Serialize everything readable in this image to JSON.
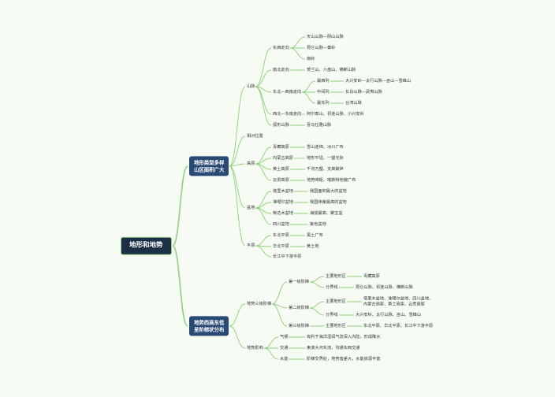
{
  "root": "地形和地势",
  "branch1": {
    "title": "地形类型多样\n山区面积广大",
    "mountains": {
      "label": "山脉",
      "ew": {
        "label": "东西走向",
        "items": [
          "天山山脉—阴山山脉",
          "昆仑山脉—秦岭",
          "南岭"
        ]
      },
      "ns": {
        "label": "南北走向",
        "text": "贺兰山、六盘山、横断山脉"
      },
      "nesw": {
        "label": "东北—西南走向",
        "west": {
          "label": "最西列",
          "text": "大兴安岭—太行山脉—巫山—雪峰山"
        },
        "mid": {
          "label": "中间列",
          "text": "长白山脉—武夷山脉"
        },
        "east": {
          "label": "最东列",
          "text": "台湾山脉"
        }
      },
      "nwse": {
        "label": "西北—东南走向",
        "text": "阿尔泰山、祁连山脉、小兴安岭"
      },
      "arc": {
        "label": "弧形山脉",
        "text": "喜马拉雅山脉"
      }
    },
    "relative_position": "相对位置",
    "plateaus": {
      "label": "高原",
      "items": [
        {
          "name": "青藏高原",
          "desc": "雪山连绵、冰川广布"
        },
        {
          "name": "内蒙古高原",
          "desc": "地形平坦、一望无际"
        },
        {
          "name": "黄土高原",
          "desc": "千沟万壑、支离破碎"
        },
        {
          "name": "云贵高原",
          "desc": "地势崎岖、喀斯特地貌广布"
        }
      ]
    },
    "basins": {
      "label": "盆地",
      "items": [
        {
          "name": "塔里木盆地",
          "desc": "我国面积最大的盆地"
        },
        {
          "name": "准噶尔盆地",
          "desc": "我国纬度最高的盆地"
        },
        {
          "name": "柴达木盆地",
          "desc": "海拔最高、聚宝盆"
        },
        {
          "name": "四川盆地",
          "desc": "紫色盆地"
        }
      ]
    },
    "plains": {
      "label": "平原",
      "items": [
        {
          "name": "东北平原",
          "desc": "黑土广布"
        },
        {
          "name": "华北平原",
          "desc": "黄土地"
        },
        {
          "name": "长江中下游平原",
          "desc": ""
        }
      ]
    }
  },
  "branch2": {
    "title": "地势西高东低\n呈阶梯状分布",
    "steps": {
      "label": "地势三级阶梯",
      "first": {
        "label": "第一级阶梯",
        "main_label": "主要地形区",
        "main": "青藏高原",
        "bound_label": "分界线",
        "bound": "昆仑山脉、祁连山脉、横断山脉"
      },
      "second": {
        "label": "第二级阶梯",
        "main_label": "主要地形区",
        "main": "塔里木盆地、准噶尔盆地、四川盆地、\n内蒙古高原、黄土高原、云贵高原",
        "bound_label": "分界线",
        "bound": "大兴安岭、太行山脉、巫山、雪峰山"
      },
      "third": {
        "label": "第三级阶梯",
        "main_label": "主要地形区",
        "main": "东北平原、华北平原、长江中下游平原"
      }
    },
    "influence": {
      "label": "地势影响",
      "items": [
        {
          "name": "气候",
          "desc": "有利于海洋湿润气流深入内陆，形成降水"
        },
        {
          "name": "交通",
          "desc": "東滚大河东流，沟通东西交通"
        },
        {
          "name": "水能",
          "desc": "阶梯交界处，地势落差大，水能资源丰富"
        }
      ]
    }
  },
  "colors": {
    "line": "#8fd07a",
    "root_bg": "#1d2f45",
    "branch_bg": "#2a4a76"
  }
}
